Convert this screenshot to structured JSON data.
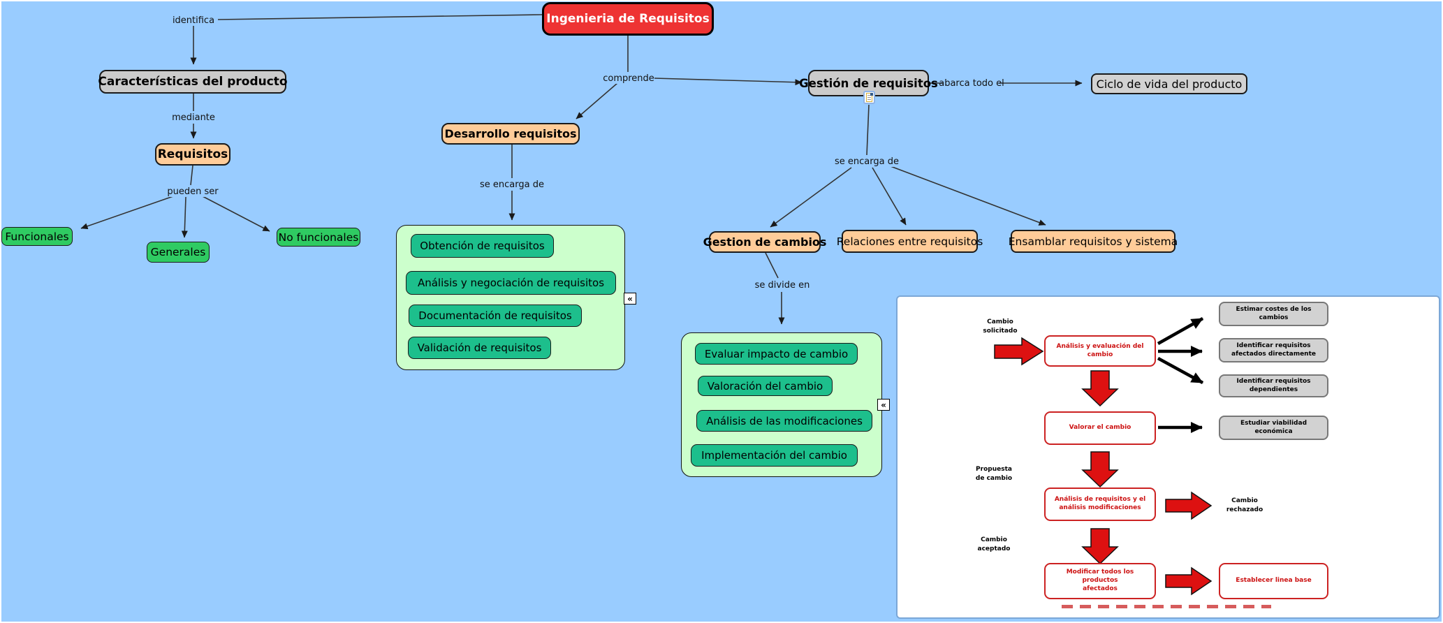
{
  "colors": {
    "background": "#99ccff",
    "root_node": "#ee3333",
    "gray_node": "#cbcbcb",
    "peach_node": "#ffcc99",
    "green_leaf": "#2fcb62",
    "panel_bg": "#ccffcc",
    "panel_item": "#1dbf8c",
    "flow_red": "#dd1111"
  },
  "cm": {
    "root": "Ingenieria de Requisitos",
    "labels": {
      "identifica": "identifica",
      "mediante": "mediante",
      "pueden_ser": "pueden ser",
      "comprende": "comprende",
      "se_encarga_izq": "se encarga de",
      "se_encarga_der": "se encarga de",
      "abarca": "abarca todo el",
      "se_divide": "se divide en"
    },
    "nodes": {
      "caracteristicas": "Características del producto",
      "requisitos": "Requisitos",
      "funcionales": "Funcionales",
      "generales": "Generales",
      "no_funcionales": "No funcionales",
      "desarrollo": "Desarrollo requisitos",
      "gestion_requisitos": "Gestión de requisitos",
      "ciclo_vida": "Ciclo de vida del producto",
      "gestion_cambios": "Gestion de cambios",
      "relaciones": "Relaciones entre requisitos",
      "ensamblar": "Ensamblar requisitos y sistema"
    },
    "panel_desarrollo_items": [
      "Obtención de requisitos",
      "Análisis y negociación de requisitos",
      "Documentación de requisitos",
      "Validación de requisitos"
    ],
    "panel_cambios_items": [
      "Evaluar impacto de cambio",
      "Valoración del cambio",
      "Análisis de las modificaciones",
      "Implementación del cambio"
    ],
    "collapse_glyph": "«"
  },
  "fc": {
    "labels": {
      "solicitado": "Cambio\nsolicitado",
      "propuesta": "Propuesta\nde cambio",
      "rechazado": "Cambio\nrechazado",
      "aceptado": "Cambio\naceptado"
    },
    "red_boxes": {
      "analisis_eval": "Análisis y evaluación del\ncambio",
      "valorar": "Valorar el cambio",
      "analisis_req": "Análisis de requisitos y el\nanálisis modificaciones",
      "modificar": "Modificar todos los\nproductos\nafectados",
      "establecer": "Establecer linea base"
    },
    "gray_boxes": {
      "estimar": "Estimar costes de los\ncambios",
      "identificar_afectados": "Identificar requisitos\nafectados directamente",
      "identificar_dependientes": "Identificar requisitos\ndependientes",
      "estudiar": "Estudiar viabilidad\neconómica"
    }
  }
}
